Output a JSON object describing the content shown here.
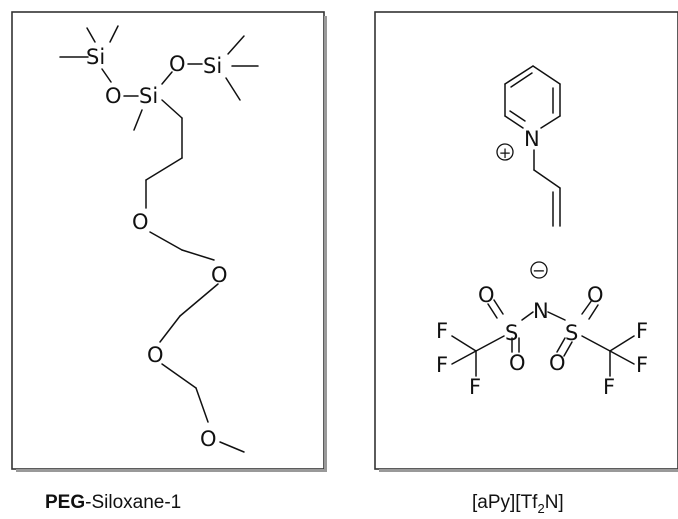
{
  "molecule_left": {
    "atoms": {
      "si1": "Si",
      "si2": "Si",
      "si3": "Si",
      "o1": "O",
      "o2": "O",
      "o3": "O",
      "o4": "O",
      "o5": "O",
      "o6": "O"
    },
    "caption": {
      "prefix": "PEG",
      "suffix": "-Siloxane-1"
    }
  },
  "molecule_right": {
    "atoms": {
      "n_plus": "N",
      "plus_sign": "+",
      "n_minus": "N",
      "minus_sign": "−",
      "s1": "S",
      "s2": "S",
      "o1": "O",
      "o2": "O",
      "o3": "O",
      "o4": "O",
      "f1": "F",
      "f2": "F",
      "f3": "F",
      "f4": "F",
      "f5": "F",
      "f6": "F"
    },
    "caption": {
      "part1": "[aPy][Tf",
      "sub": "2",
      "part2": "N]"
    }
  }
}
